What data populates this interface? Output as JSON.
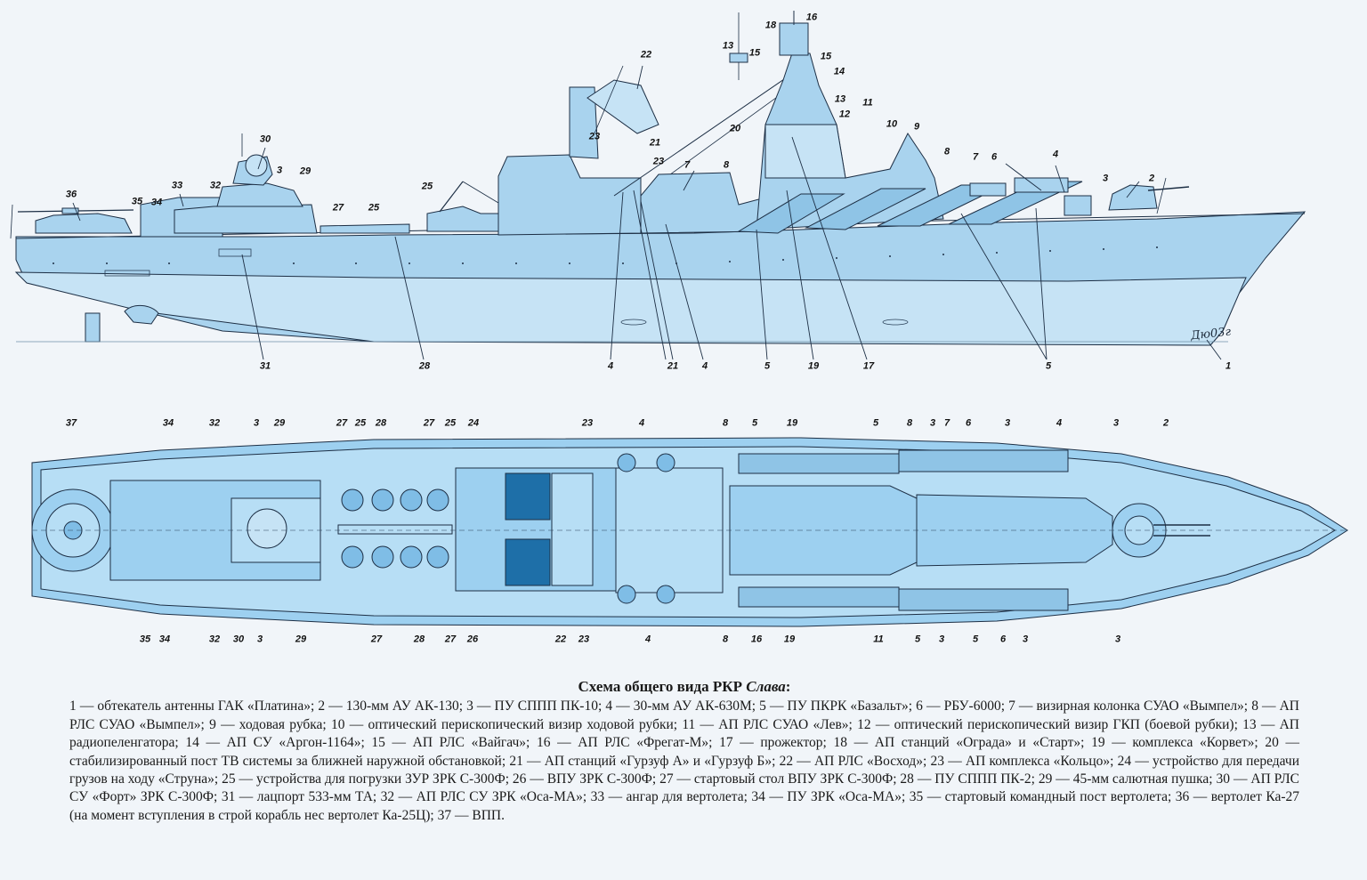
{
  "caption": {
    "title_main": "Схема общего вида РКР ",
    "title_ship": "Слава",
    "title_suffix": ":",
    "text": "1 — обтекатель антенны ГАК «Платина»; 2 — 130-мм АУ АК-130; 3 — ПУ СППП ПК-10; 4 — 30-мм АУ АК-630М; 5 — ПУ ПКРК «Базальт»; 6 — РБУ-6000; 7 — визирная колонка СУАО «Вымпел»; 8 — АП РЛС СУАО «Вымпел»; 9 — ходовая рубка; 10 — оптический перископический визир ходовой рубки; 11 — АП РЛС СУАО «Лев»; 12 — оптический перископический визир ГКП (боевой рубки); 13 — АП радиопеленгатора; 14 — АП СУ «Аргон-1164»; 15 — АП РЛС «Вайгач»; 16 — АП РЛС «Фрегат-М»; 17 — прожектор; 18 — АП станций «Ограда» и «Старт»; 19 — комплекса «Корвет»; 20 — стабилизированный пост ТВ системы за ближней наружной обстановкой; 21 — АП станций «Гурзуф А» и «Гурзуф Б»; 22 — АП РЛС «Восход»; 23 — АП комплекса «Кольцо»; 24 — устройство для передачи грузов на ходу «Струна»; 25 — устройства для погрузки ЗУР ЗРК С-300Ф; 26 — ВПУ ЗРК С-300Ф; 27 — стартовый стол ВПУ ЗРК С-300Ф; 28 — ПУ СППП ПК-2; 29 — 45-мм салютная пушка; 30 — АП РЛС СУ «Форт» ЗРК С-300Ф; 31 — лацпорт 533-мм ТА; 32 — АП РЛС СУ ЗРК «Оса-МА»; 33 — ангар для вертолета; 34 — ПУ ЗРК «Оса-МА»; 35 — стартовый командный пост вертолета; 36 — вертолет Ка-27 (на момент вступления в строй корабль нес вертолет Ка-25Ц); 37 — ВПП."
  },
  "side_view": {
    "callouts": [
      "36",
      "35",
      "34",
      "33",
      "32",
      "30",
      "3",
      "29",
      "27",
      "25",
      "25",
      "22",
      "23",
      "21",
      "23",
      "7",
      "8",
      "18",
      "16",
      "13",
      "15",
      "15",
      "14",
      "13",
      "12",
      "11",
      "10",
      "9",
      "20",
      "8",
      "7",
      "6",
      "4",
      "3",
      "2",
      "31",
      "28",
      "4",
      "21",
      "4",
      "5",
      "19",
      "17",
      "5",
      "1"
    ]
  },
  "plan_view": {
    "top_callouts": [
      "37",
      "34",
      "32",
      "3",
      "29",
      "27",
      "25",
      "28",
      "27",
      "25",
      "24",
      "23",
      "4",
      "8",
      "5",
      "19",
      "5",
      "8",
      "3",
      "7",
      "6",
      "3",
      "4",
      "3",
      "2"
    ],
    "bottom_callouts": [
      "35",
      "34",
      "32",
      "30",
      "3",
      "29",
      "27",
      "28",
      "27",
      "26",
      "22",
      "23",
      "4",
      "8",
      "16",
      "19",
      "11",
      "5",
      "3",
      "5",
      "6",
      "3",
      "3"
    ]
  },
  "signature": "Дю03г",
  "colors": {
    "hull": "#a9d3ee",
    "hull_dark": "#7fbde6",
    "line": "#1d2f45",
    "plan_fill": "#9dd0f0",
    "background": "#f1f5f9"
  }
}
